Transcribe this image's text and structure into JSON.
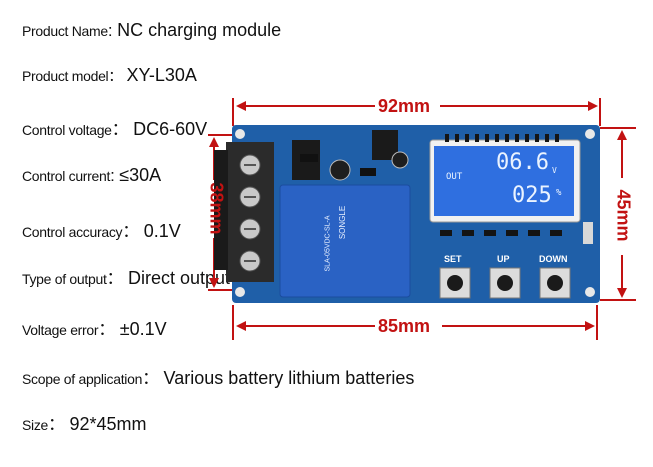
{
  "specs": [
    {
      "label": "Product Name",
      "sep": ":",
      "value": "NC charging module"
    },
    {
      "label": "Product model：",
      "sep": "：",
      "value": "XY-L30A"
    },
    {
      "label": "Control voltage",
      "sep": "：",
      "value": "DC6-60V"
    },
    {
      "label": "Control current",
      "sep": ":",
      "value": "≤30A"
    },
    {
      "label": "Control accuracy",
      "sep": "：",
      "value": "0.1V"
    },
    {
      "label": "Type of output",
      "sep": "：",
      "value": "Direct output"
    },
    {
      "label": "Voltage error",
      "sep": "：",
      "value": "±0.1V"
    },
    {
      "label": "Scope of application",
      "sep": "：",
      "value": "Various battery lithium batteries"
    },
    {
      "label": "Size",
      "sep": "：",
      "value": "92*45mm"
    }
  ],
  "dimensions": {
    "top": "92mm",
    "bottom": "85mm",
    "left": "38mm",
    "right": "45mm"
  },
  "board": {
    "lcd_label": "OUT",
    "lcd_line1": "06.6",
    "lcd_line1_unit": "V",
    "lcd_line2": "025",
    "lcd_line2_unit": "%",
    "buttons": [
      "SET",
      "UP",
      "DOWN"
    ],
    "relay_text": "SONGLE",
    "relay_model": "SLA-05VDC-SL-A"
  },
  "colors": {
    "pcb": "#1f5fa8",
    "lcd": "#2f6fe0",
    "dimension": "#c21212",
    "relay": "#2a62c4"
  }
}
